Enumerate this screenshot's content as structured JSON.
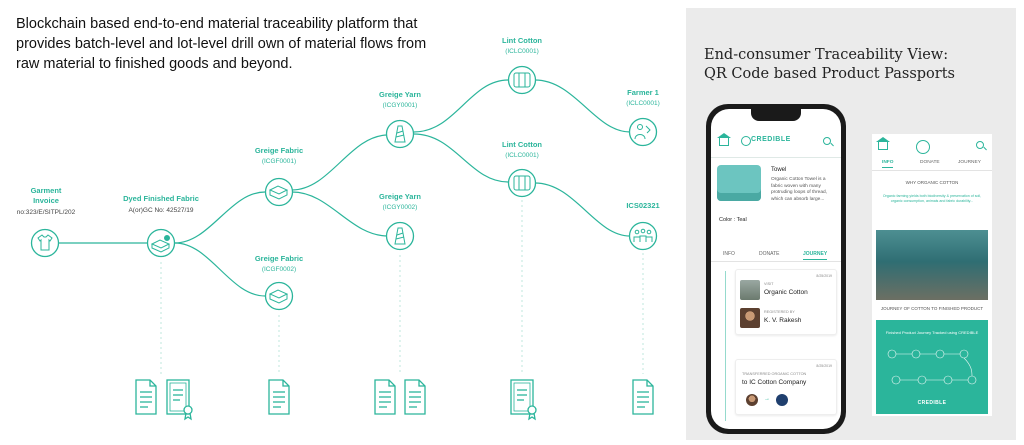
{
  "headline": {
    "line1": "Blockchain based end-to-end material traceability platform that",
    "line2": "provides batch-level and lot-level drill own of material flows from",
    "line3": "raw material to finished goods and beyond."
  },
  "nodes": {
    "garment": {
      "title_line1": "Garment",
      "title_line2": "Invoice",
      "code": "no:323/E/SITPL/202"
    },
    "dyed": {
      "title": "Dyed Finished Fabric",
      "code": "A(or)GC No: 42527/19"
    },
    "greige_fabric_1": {
      "title": "Greige Fabric",
      "code": "(ICGF0001)"
    },
    "greige_fabric_2": {
      "title": "Greige Fabric",
      "code": "(ICGF0002)"
    },
    "greige_yarn_1": {
      "title": "Greige Yarn",
      "code": "(ICGY0001)"
    },
    "greige_yarn_2": {
      "title": "Greige Yarn",
      "code": "(ICGY0002)"
    },
    "lint_cotton_1": {
      "title": "Lint Cotton",
      "code": "(ICLC0001)"
    },
    "lint_cotton_2": {
      "title": "Lint Cotton",
      "code": "(ICLC0001)"
    },
    "farmer": {
      "title": "Farmer 1",
      "code": "(ICLC0001)"
    },
    "ics": {
      "title": "ICS02321"
    }
  },
  "colors": {
    "accent": "#2bb59b",
    "panel_bg": "#ebebeb"
  },
  "panel": {
    "title_line1": "End-consumer Traceability View:",
    "title_line2": "QR Code based Product Passports"
  },
  "phone": {
    "brand": "CREDIBLE",
    "product_name": "Towel",
    "product_desc": "Organic Cotton Towel is a fabric woven with many protruding loops of thread, which can absorb large...",
    "color_label": "Color : Teal",
    "tabs": [
      "INFO",
      "DONATE",
      "JOURNEY"
    ],
    "card1": {
      "date": "8/25/2019",
      "small": "VISIT",
      "big": "Organic Cotton"
    },
    "card2": {
      "small": "REGISTERED BY",
      "big": "K. V. Rakesh"
    },
    "card3": {
      "date": "8/25/2019",
      "small": "TRANSFERRED ORGANIC COTTON",
      "big": "to IC Cotton Company"
    }
  },
  "passport": {
    "tabs": [
      "INFO",
      "DONATE",
      "JOURNEY"
    ],
    "why_title": "WHY ORGANIC COTTON",
    "why_text": "Organic farming yields both biodiversity & preservation of soil, organic consumption, animals and fabric durability...",
    "journey_title": "JOURNEY OF COTTON TO FINISHED PRODUCT",
    "teal_title": "Finished Product Journey Tracked using CREDIBLE",
    "brand": "CREDIBLE"
  }
}
